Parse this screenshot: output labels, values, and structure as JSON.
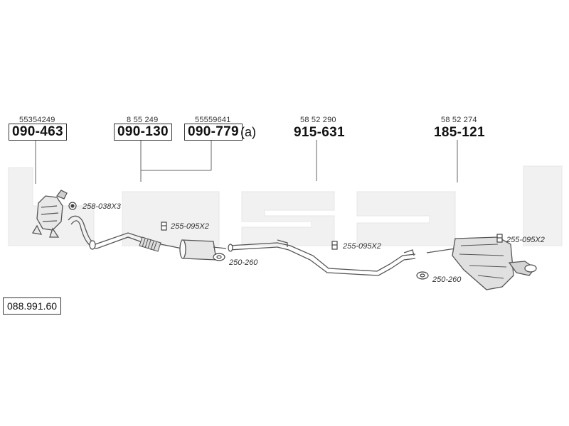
{
  "watermark": "bosal",
  "catalog_number": "088.991.60",
  "groups": [
    {
      "oe": "55354249",
      "part": "090-463",
      "boxed": true,
      "suffix": ""
    },
    {
      "oe": "8 55 249",
      "part": "090-130",
      "boxed": true,
      "suffix": ""
    },
    {
      "oe": "55559641",
      "part": "090-779",
      "boxed": true,
      "suffix": "(a)"
    },
    {
      "oe": "58 52 290",
      "part": "915-631",
      "boxed": false,
      "suffix": ""
    },
    {
      "oe": "58 52 274",
      "part": "185-121",
      "boxed": false,
      "suffix": ""
    }
  ],
  "accessories": [
    {
      "label": "258-038X3",
      "icon": "rubber-ring-icon"
    },
    {
      "label": "255-095X2",
      "icon": "clamp-icon"
    },
    {
      "label": "250-260",
      "icon": "gasket-icon"
    },
    {
      "label": "255-095X2",
      "icon": "clamp-icon"
    },
    {
      "label": "250-260",
      "icon": "gasket-icon"
    },
    {
      "label": "255-095X2",
      "icon": "clamp-icon"
    }
  ]
}
